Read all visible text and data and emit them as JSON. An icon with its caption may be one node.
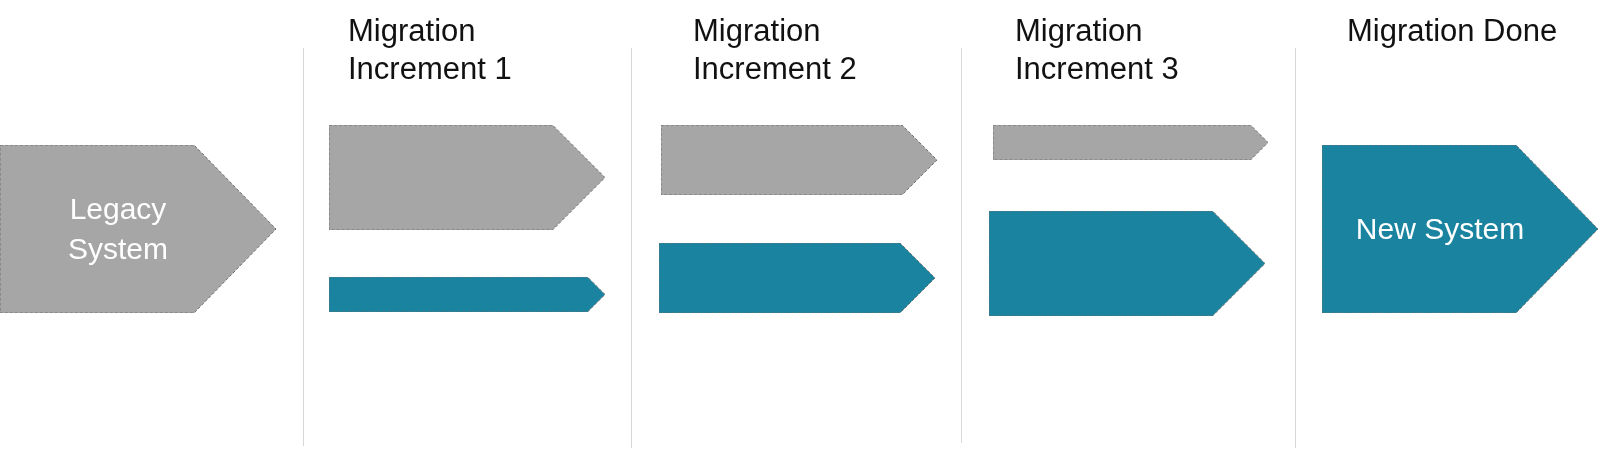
{
  "diagram": {
    "nodes": [
      {
        "text": [
          "Legacy System"
        ]
      },
      {
        "text": [],
        "shape": "pentagon"
      },
      {
        "text": [],
        "shape": "pentagon"
      },
      {
        "text": [],
        "shape": "pentagon"
      },
      {
        "text": [],
        "shape": "pentagon"
      },
      {
        "text": [],
        "shape": "pentagon"
      },
      {
        "text": [],
        "shape": "pentagon"
      },
      {
        "text": [
          "New System"
        ]
      }
    ],
    "labels": [
      "Migration Increment 1",
      "Migration Increment 2",
      "Migration Increment 3",
      "Migration Done"
    ]
  }
}
